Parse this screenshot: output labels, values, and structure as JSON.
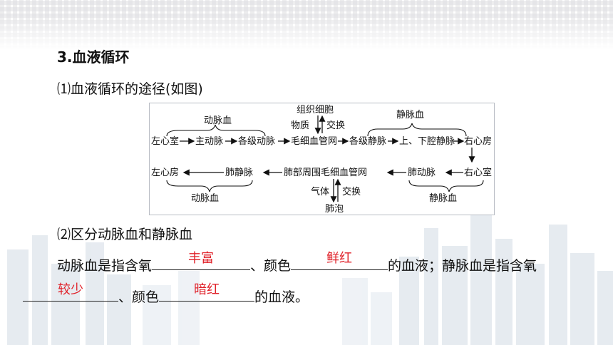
{
  "heading": "3.血液循环",
  "sub1": "⑴血液循环的途径(如图)",
  "sub2": "⑵区分动脉血和静脉血",
  "diagram": {
    "left_ventricle": "左心室",
    "aorta": "主动脉",
    "arteries": "各级动脉",
    "body_capillaries": "毛细血管网",
    "veins": "各级静脉",
    "vena_cava": "上、下腔静脉",
    "right_atrium": "右心房",
    "right_ventricle": "右心室",
    "pulmonary_artery": "肺动脉",
    "lung_capillaries": "肺部周围毛细血管网",
    "pulmonary_vein": "肺静脉",
    "left_atrium": "左心房",
    "tissue_cells": "组织细胞",
    "substance": "物质",
    "exchange_top": "交换",
    "gas": "气体",
    "exchange_bottom": "交换",
    "alveoli": "肺泡",
    "arterial_blood_top": "动脉血",
    "venous_blood_top": "静脉血",
    "arterial_blood_bottom": "动脉血",
    "venous_blood_bottom": "静脉血"
  },
  "para": {
    "t1": "动脉血是指含氧",
    "a1": "丰富",
    "t2": "、颜色",
    "a2": "鲜红",
    "t3": "的血液；静脉血是指含氧",
    "a3": "较少",
    "t4": "、颜色",
    "a4": "暗红",
    "t5": "的血液。"
  },
  "colors": {
    "answer": "#e0222a"
  }
}
